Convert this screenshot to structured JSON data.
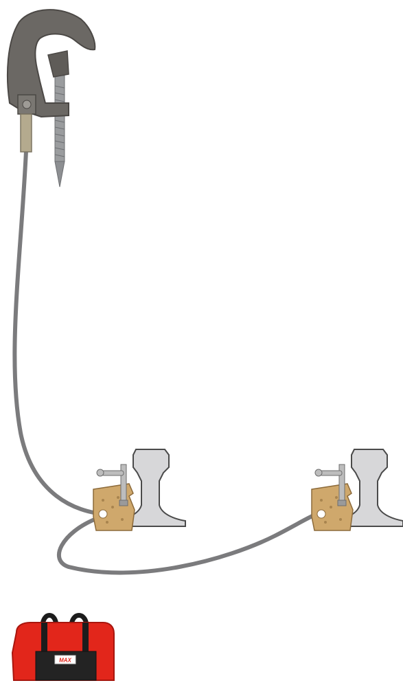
{
  "scene": {
    "background": "#ffffff",
    "cable_color": "#7b7b7d",
    "clamp_color": "#6b6864",
    "screw_color": "#9a9c9e",
    "rail_fill": "#d7d7d9",
    "rail_stroke": "#4a4a4a",
    "rail_clamp_color": "#cfa86c",
    "bag_color": "#e2261b",
    "bag_trim_color": "#1c1c1c"
  },
  "components": {
    "overhead_clamp": "overhead-line-clamp",
    "rail_clamp_left": "rail-clamp",
    "rail_clamp_right": "rail-clamp",
    "carry_bag": "carry-bag"
  },
  "bag": {
    "logo_text": "MAX"
  }
}
